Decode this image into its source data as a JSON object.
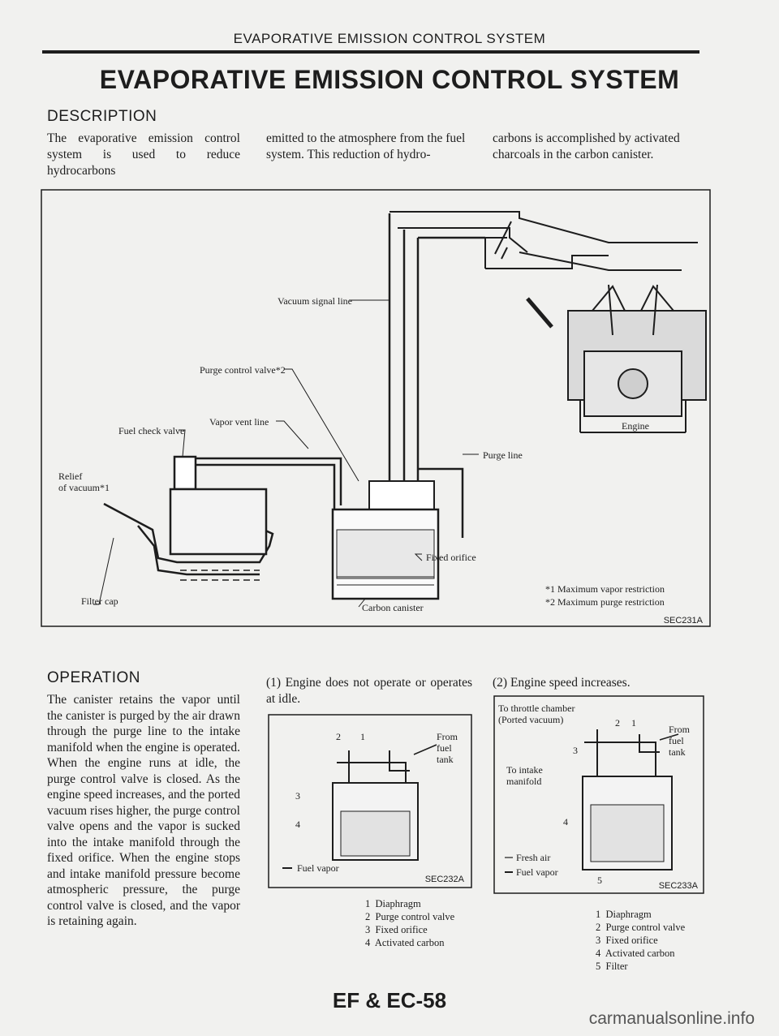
{
  "header": {
    "running_title": "EVAPORATIVE EMISSION CONTROL SYSTEM",
    "page_title": "EVAPORATIVE EMISSION CONTROL SYSTEM"
  },
  "description": {
    "heading": "DESCRIPTION",
    "col1": "The evaporative emission control system is used to reduce hydrocarbons",
    "col2": "emitted to the atmosphere from the fuel system. This reduction of hydro-",
    "col3": "carbons is accomplished by activated charcoals in the carbon canister."
  },
  "main_diagram": {
    "labels": {
      "vacuum_signal_line": "Vacuum signal line",
      "purge_control_valve": "Purge control valve*2",
      "vapor_vent_line": "Vapor vent line",
      "fuel_check_valve": "Fuel check valve",
      "relief_1": "Relief",
      "relief_2": "of vacuum*1",
      "filter_cap": "Filter cap",
      "engine": "Engine",
      "purge_line": "Purge line",
      "fixed_orifice": "Fixed orifice",
      "carbon_canister": "Carbon canister"
    },
    "notes": [
      "*1 Maximum vapor restriction",
      "*2 Maximum purge restriction"
    ],
    "code": "SEC231A"
  },
  "operation": {
    "heading": "OPERATION",
    "text": "The canister retains the vapor until the canister is purged by the air drawn through the purge line to the intake manifold when the engine is operated. When the engine runs at idle, the purge control valve is closed. As the engine speed increases, and the ported vacuum rises higher, the purge control valve opens and the vapor is sucked into the intake manifold through the fixed orifice. When the engine stops and intake manifold pressure become atmospheric pressure, the purge control valve is closed, and the vapor is retaining again."
  },
  "fig_idle": {
    "caption": "(1) Engine does not operate or operates at idle.",
    "from_label": [
      "From",
      "fuel",
      "tank"
    ],
    "fuel_vapor": "Fuel vapor",
    "code": "SEC232A",
    "callouts": [
      "2",
      "1",
      "3",
      "4"
    ],
    "legend": [
      {
        "num": "1",
        "text": "Diaphragm"
      },
      {
        "num": "2",
        "text": "Purge control valve"
      },
      {
        "num": "3",
        "text": "Fixed orifice"
      },
      {
        "num": "4",
        "text": "Activated carbon"
      }
    ]
  },
  "fig_speed": {
    "caption": "(2) Engine speed increases.",
    "to_throttle": [
      "To throttle chamber",
      "(Ported vacuum)"
    ],
    "from_label": [
      "From",
      "fuel",
      "tank"
    ],
    "to_intake": [
      "To intake",
      "manifold"
    ],
    "fresh_air": "Fresh air",
    "fuel_vapor": "Fuel vapor",
    "code": "SEC233A",
    "callouts": [
      "2",
      "1",
      "3",
      "4",
      "5"
    ],
    "legend": [
      {
        "num": "1",
        "text": "Diaphragm"
      },
      {
        "num": "2",
        "text": "Purge control valve"
      },
      {
        "num": "3",
        "text": "Fixed orifice"
      },
      {
        "num": "4",
        "text": "Activated carbon"
      },
      {
        "num": "5",
        "text": "Filter"
      }
    ]
  },
  "footer": {
    "page_number": "EF & EC-58",
    "watermark": "carmanualsonline.info"
  }
}
